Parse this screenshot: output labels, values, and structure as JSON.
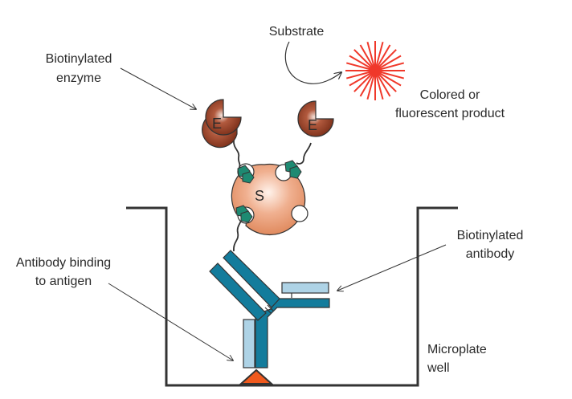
{
  "diagram": {
    "labels": {
      "substrate": "Substrate",
      "biotinylated_enzyme_line1": "Biotinylated",
      "biotinylated_enzyme_line2": "enzyme",
      "product_line1": "Colored or",
      "product_line2": "fluorescent product",
      "biotinylated_antibody_line1": "Biotinylated",
      "biotinylated_antibody_line2": "antibody",
      "antibody_binding_line1": "Antibody binding",
      "antibody_binding_line2": "to antigen",
      "microplate_line1": "Microplate",
      "microplate_line2": "well"
    },
    "glyphs": {
      "enzyme_letter": "E",
      "streptavidin_letter": "S"
    },
    "colors": {
      "enzyme": "#8b3a22",
      "streptavidin": "#e8a07a",
      "biotin": "#1e8a72",
      "antibody_heavy": "#137c9c",
      "antibody_light": "#aed3e6",
      "antigen": "#f05a1e",
      "product": "#f0382a",
      "well": "#333333"
    }
  }
}
